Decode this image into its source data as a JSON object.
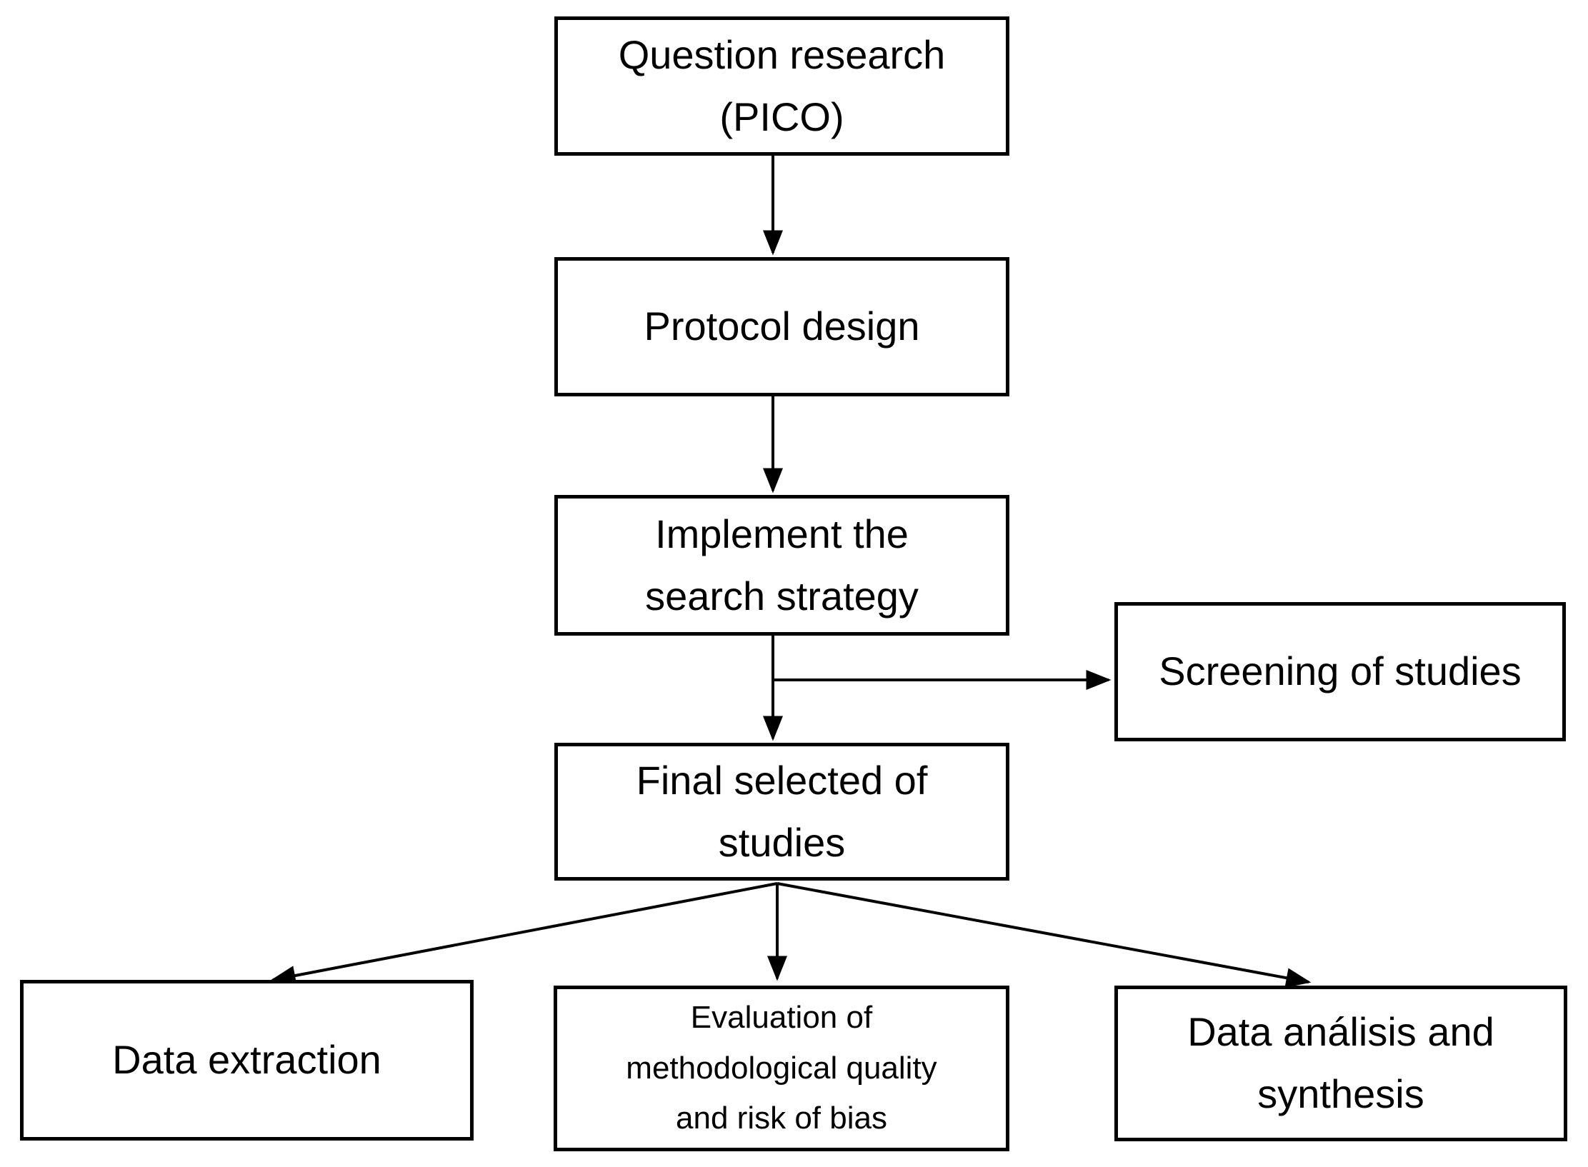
{
  "colors": {
    "background": "#ffffff",
    "box_border": "#000000",
    "text": "#000000",
    "arrow": "#000000"
  },
  "nodes": {
    "question": {
      "label": "Question research (PICO)",
      "lines": [
        "Question research",
        "(PICO)"
      ]
    },
    "protocol": {
      "label": "Protocol design",
      "lines": [
        "Protocol design"
      ]
    },
    "implement": {
      "label": "Implement the search strategy",
      "lines": [
        "Implement the",
        "search strategy"
      ]
    },
    "screening": {
      "label": "Screening of studies",
      "lines": [
        "Screening of studies"
      ]
    },
    "final": {
      "label": "Final selected of studies",
      "lines": [
        "Final selected of",
        "studies"
      ]
    },
    "extraction": {
      "label": "Data extraction",
      "lines": [
        "Data extraction"
      ]
    },
    "evaluation": {
      "label": "Evaluation of methodological quality and risk of bias",
      "lines": [
        "Evaluation of",
        "methodological quality",
        "and risk of bias"
      ]
    },
    "analysis": {
      "label": "Data análisis and synthesis",
      "lines": [
        "Data análisis and",
        "synthesis"
      ]
    }
  },
  "edges": [
    {
      "from": "question",
      "to": "protocol"
    },
    {
      "from": "protocol",
      "to": "implement"
    },
    {
      "from": "implement",
      "to": "screening"
    },
    {
      "from": "implement",
      "to": "final"
    },
    {
      "from": "final",
      "to": "extraction"
    },
    {
      "from": "final",
      "to": "evaluation"
    },
    {
      "from": "final",
      "to": "analysis"
    }
  ]
}
